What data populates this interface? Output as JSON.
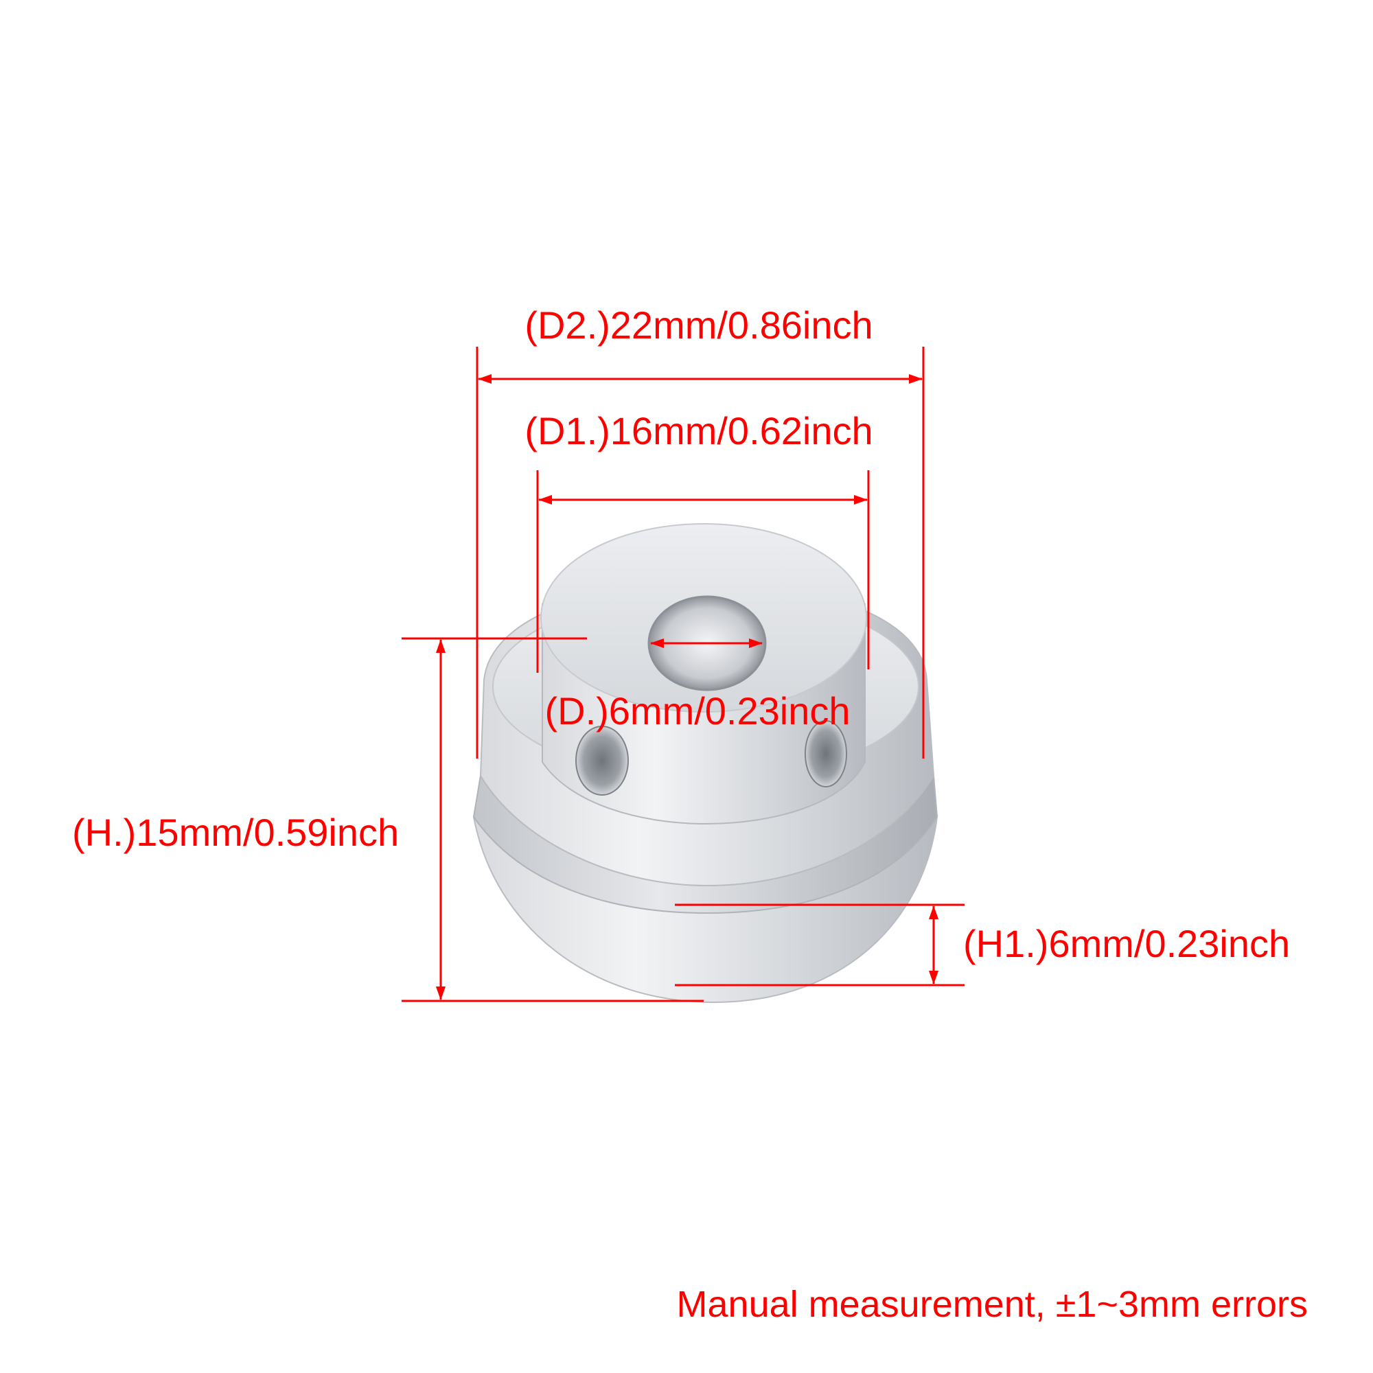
{
  "colors": {
    "annotation": "#ff0000",
    "background": "#ffffff",
    "metal_light": "#e9ebee",
    "metal_mid": "#c9ccd1",
    "metal_dark": "#9ea2a8"
  },
  "dimensions": {
    "d2": "(D2.)22mm/0.86inch",
    "d1": "(D1.)16mm/0.62inch",
    "d": "(D.)6mm/0.23inch",
    "h": "(H.)15mm/0.59inch",
    "h1": "(H1.)6mm/0.23inch"
  },
  "note": "Manual measurement,  ±1~3mm errors"
}
